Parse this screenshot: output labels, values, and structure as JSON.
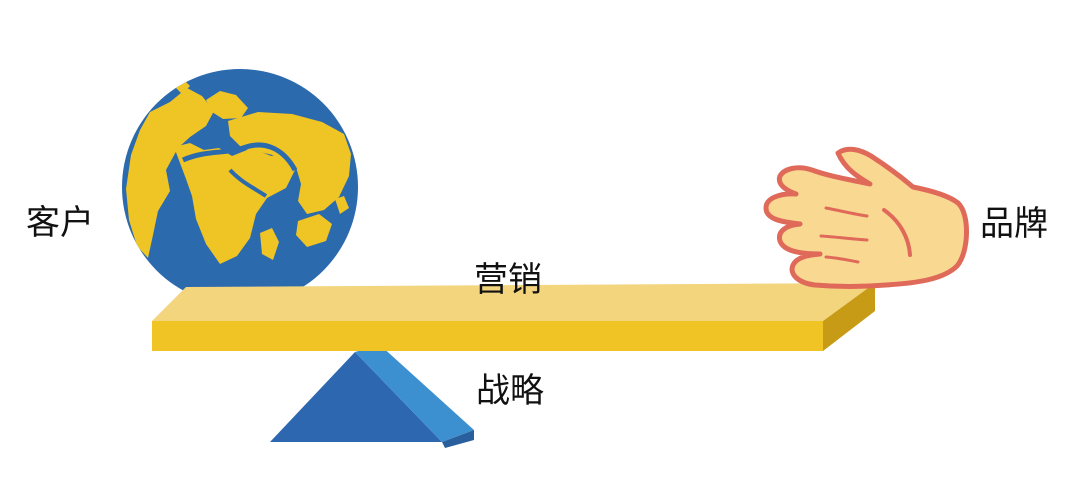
{
  "labels": {
    "customer": "客户",
    "brand": "品牌",
    "marketing": "营销",
    "strategy": "战略"
  },
  "icons": {
    "customer": "globe-icon",
    "brand": "open-hand-icon",
    "marketing": "seesaw-board",
    "strategy": "triangle-fulcrum"
  },
  "colors": {
    "globe_ocean": "#2c6aae",
    "globe_land": "#efc425",
    "board_top": "#f2d57d",
    "board_front": "#efc424",
    "board_side": "#c89b16",
    "fulcrum_dark": "#2d67b0",
    "fulcrum_light": "#3d90d0",
    "hand_fill": "#f9d992",
    "hand_outline": "#e06a5a"
  }
}
